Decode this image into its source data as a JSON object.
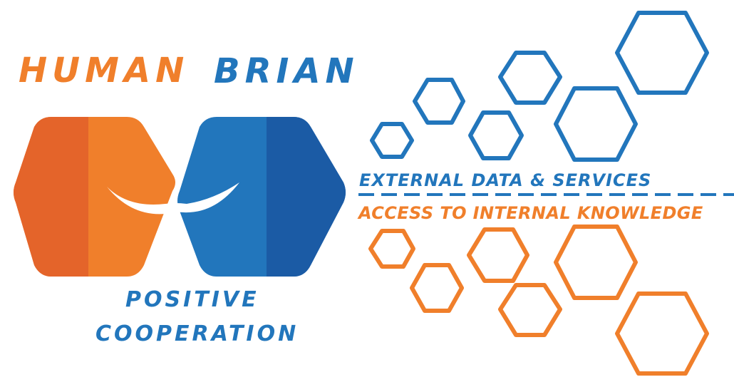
{
  "labels": {
    "human": "HUMAN",
    "brian": "BRIAN",
    "cooperation_line1": "POSITIVE",
    "cooperation_line2": "COOPERATION",
    "external": "EXTERNAL DATA & SERVICES",
    "internal": "ACCESS TO INTERNAL KNOWLEDGE"
  },
  "colors": {
    "orange": "#F07F2B",
    "orange_dark": "#E4642A",
    "blue": "#2276BC",
    "blue_dark": "#1B5BA5",
    "white": "#FFFFFF"
  },
  "icons": {
    "human_hex": "orange-hexagon-icon",
    "brian_hex": "blue-hexagon-icon",
    "smile": "smile-arc-icon"
  }
}
